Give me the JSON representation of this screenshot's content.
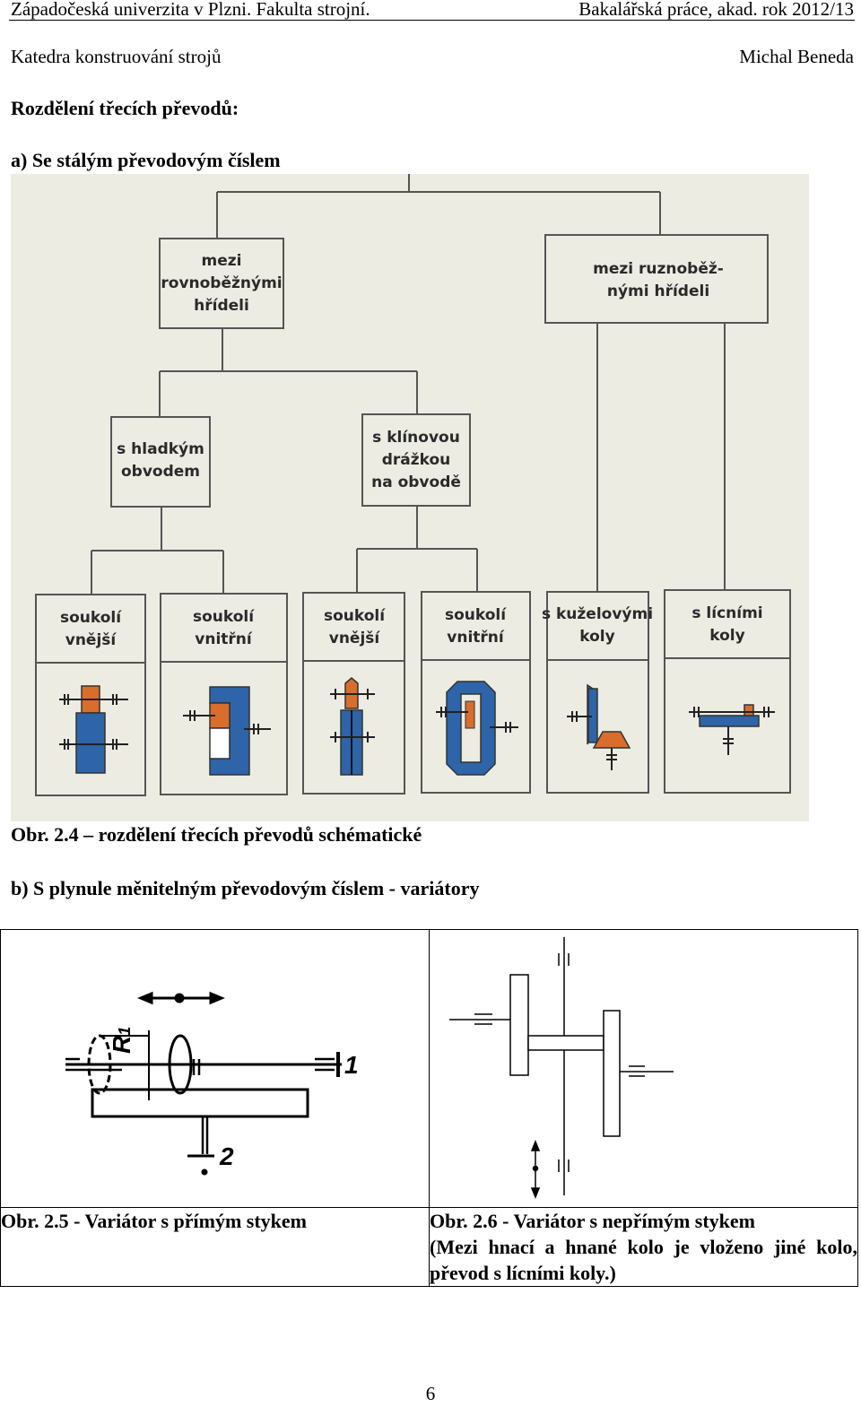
{
  "header": {
    "left_line1": "Západočeská univerzita v Plzni. Fakulta strojní.",
    "right_line1": "Bakalářská práce, akad. rok 2012/13",
    "left_line2": "Katedra konstruování strojů",
    "right_line2": "Michal Beneda"
  },
  "section_title": "Rozdělení třecích převodů:",
  "subsection_a": "a) Se stálým převodovým číslem",
  "fig4": {
    "box_parallel": [
      "mezi",
      "rovnoběžnými",
      "hřídeli"
    ],
    "box_skew": [
      "mezi ruznoběž-",
      "nými hřídeli"
    ],
    "box_smooth": [
      "s hladkým",
      "obvodem"
    ],
    "box_groove": [
      "s klínovou",
      "drážkou",
      "na obvodě"
    ],
    "leaves": [
      [
        "soukolí",
        "vnější"
      ],
      [
        "soukolí",
        "vnitřní"
      ],
      [
        "soukolí",
        "vnější"
      ],
      [
        "soukolí",
        "vnitřní"
      ],
      [
        "s kuželovými",
        "koly"
      ],
      [
        "s lícními",
        "koly"
      ]
    ],
    "colors": {
      "orange": "#d96d2b",
      "blue": "#2e64a8",
      "line": "#555555",
      "bg": "#ecece3"
    },
    "caption": "Obr. 2.4 – rozdělení třecích převodů schématické"
  },
  "subsection_b": "b) S plynule měnitelným převodovým číslem - variátory",
  "fig5": {
    "label_r": "R",
    "label_r_sub": "1",
    "label_1": "1",
    "label_2": "2",
    "caption": "Obr. 2.5 - Variátor s přímým stykem"
  },
  "fig6": {
    "caption_line1": "Obr. 2.6 - Variátor s nepřímým stykem",
    "caption_line2": "(Mezi hnací a hnané kolo je vloženo jiné kolo, převod s lícními koly.)"
  },
  "page_number": "6"
}
